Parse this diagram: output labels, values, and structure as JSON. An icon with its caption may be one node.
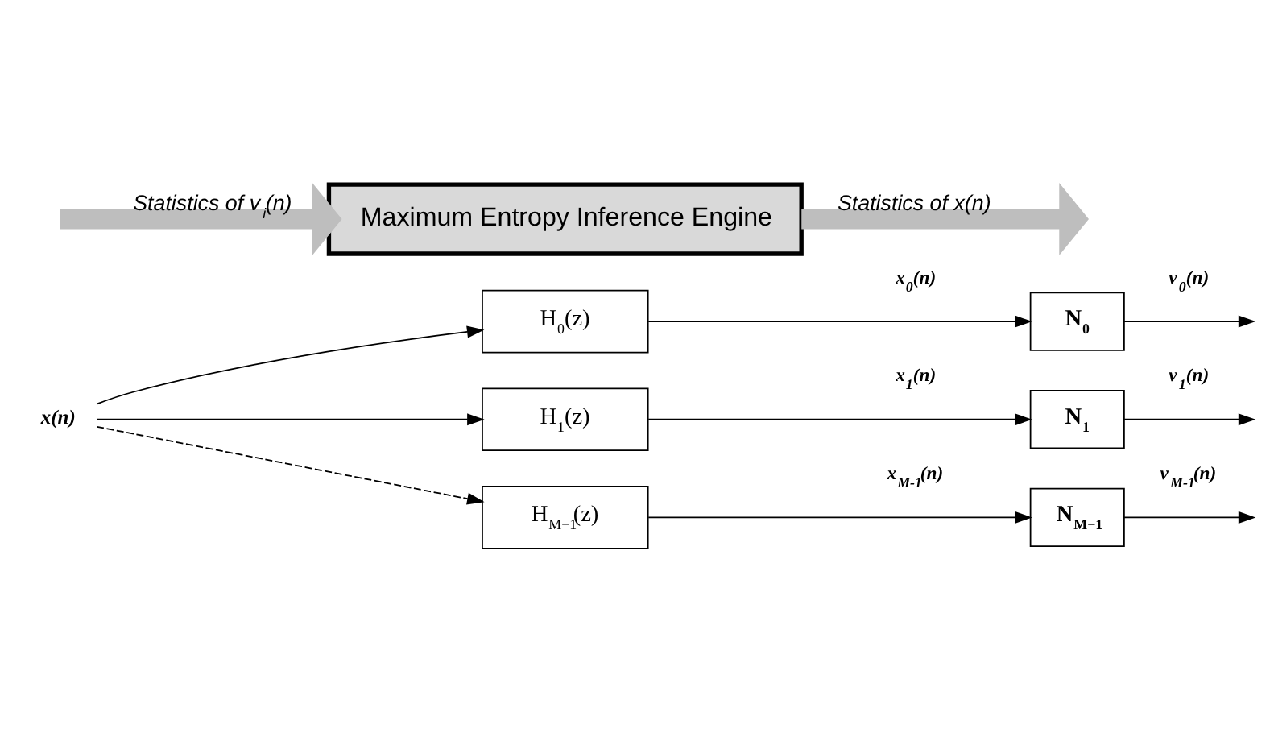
{
  "diagram": {
    "nodes": [
      {
        "text": [
          "x(n)"
        ]
      },
      {
        "text": [
          "Maximum Entropy Inference Engine"
        ]
      },
      {
        "text": [
          "H$_{0}$(z)"
        ]
      },
      {
        "text": [
          "H$_{1}$(z)"
        ]
      },
      {
        "text": [
          "H$_{M−1}$(z)"
        ]
      },
      {
        "text": [
          "N$_{0}$"
        ]
      },
      {
        "text": [
          "N$_{1}$"
        ]
      },
      {
        "text": [
          "N$_{M−1}$"
        ]
      }
    ],
    "edges": [
      {
        "from": 0,
        "to": 2,
        "arrow": "to"
      },
      {
        "from": 0,
        "to": 3,
        "arrow": "to"
      },
      {
        "from": 0,
        "to": 4,
        "arrow": "to",
        "style": "dashed"
      },
      {
        "from": 2,
        "to": 5,
        "arrow": "to",
        "label": "x$_{0}$(n)"
      },
      {
        "from": 3,
        "to": 6,
        "arrow": "to",
        "label": "x$_{1}$(n)"
      },
      {
        "from": 4,
        "to": 7,
        "arrow": "to",
        "label": "x$_{M-1}$(n)"
      },
      {
        "from": 5,
        "to": null,
        "arrow": "to",
        "label": "v$_{0}$(n)"
      },
      {
        "from": 6,
        "to": null,
        "arrow": "to",
        "label": "v$_{1}$(n)"
      },
      {
        "from": 7,
        "to": null,
        "arrow": "to",
        "label": "v$_{M-1}$(n)"
      },
      {
        "from": 1,
        "to": null,
        "arrow": "to",
        "label": "Statistics of x(n)",
        "style": "thick",
        "color": "#bebebe"
      },
      {
        "from": null,
        "to": 1,
        "arrow": "to",
        "label": "Statistics of v$_{i}$(n)",
        "style": "thick",
        "color": "#bebebe"
      }
    ]
  }
}
